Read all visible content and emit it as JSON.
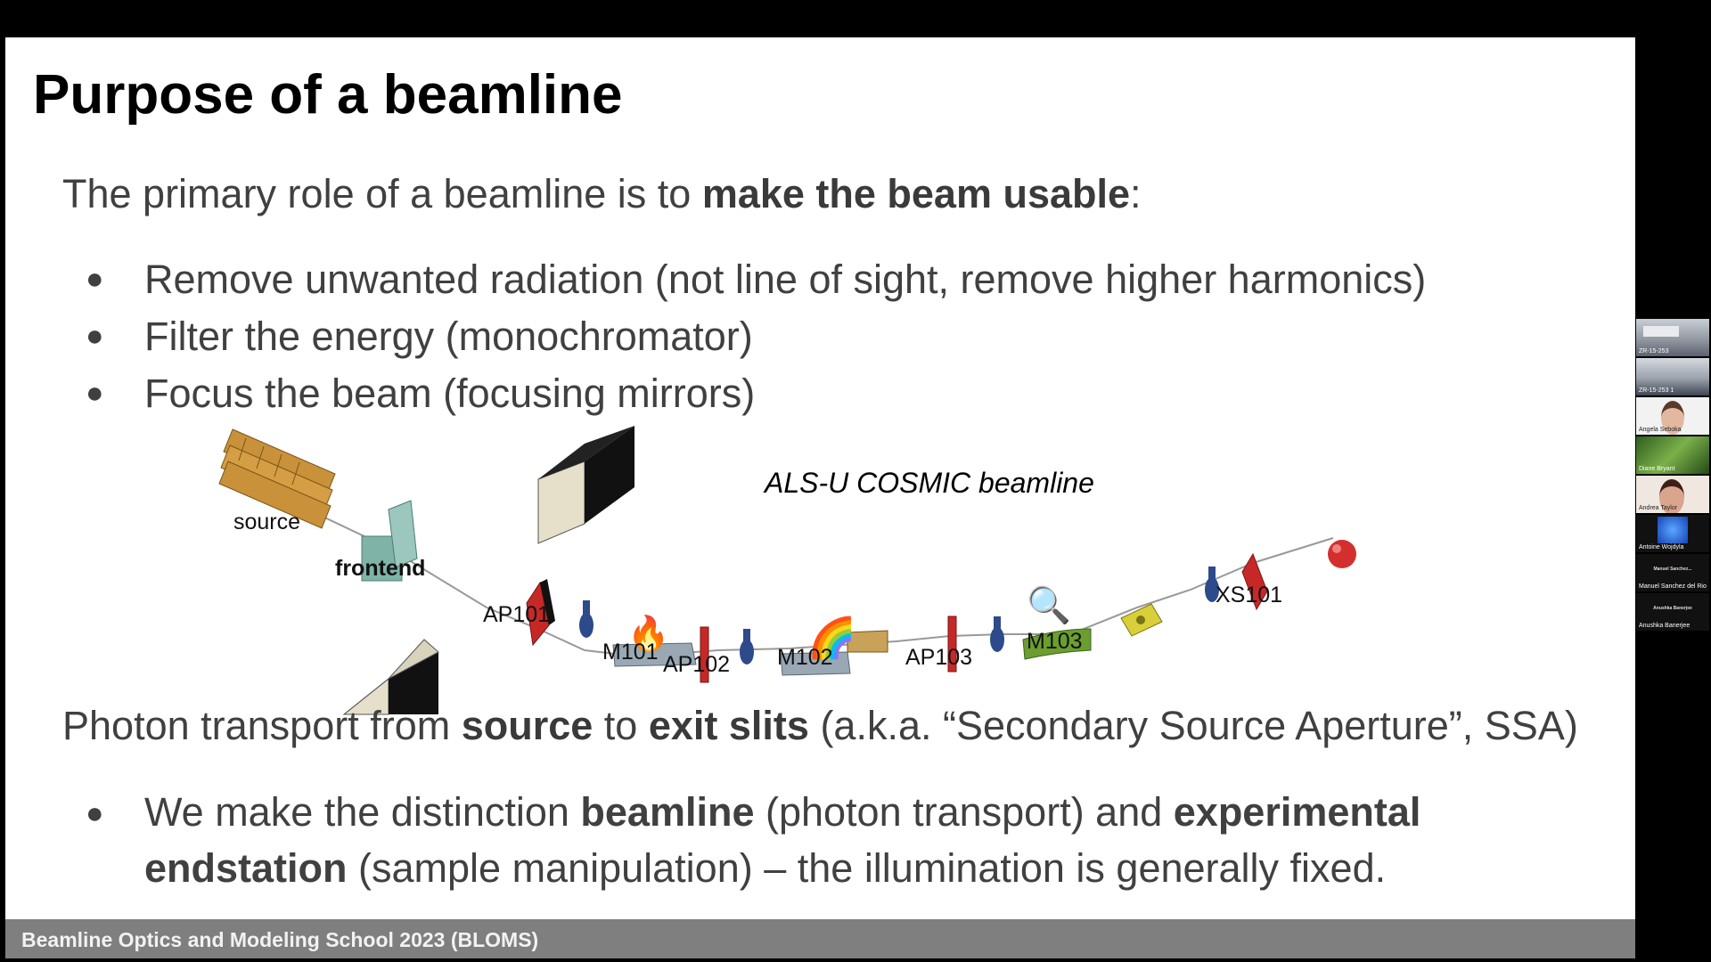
{
  "slide": {
    "title": "Purpose of a beamline",
    "intro": {
      "prefix": "The primary role of a beamline is to ",
      "emphasis": "make the beam usable",
      "suffix": ":"
    },
    "bullets": [
      "Remove unwanted radiation (not line of sight, remove higher harmonics)",
      "Filter the energy (monochromator)",
      "Focus the beam (focusing mirrors)"
    ],
    "bullet_glyph": "●",
    "transport": {
      "part1": "Photon transport from ",
      "bold1": "source",
      "part2": " to ",
      "bold2": "exit slits",
      "part3": " (a.k.a. “Secondary Source Aperture”, SSA)"
    },
    "distinction": {
      "part1": "We make the distinction ",
      "bold1": "beamline",
      "part2": " (photon transport) and ",
      "bold2": "experimental",
      "bold3": "endstation",
      "part3": " (sample manipulation) – the illumination is generally fixed."
    },
    "footer": "Beamline Optics and Modeling School 2023 (BLOMS)"
  },
  "diagram": {
    "title": "ALS-U COSMIC beamline",
    "labels": {
      "source": "source",
      "frontend": "frontend",
      "ap101": "AP101",
      "m101": "M101",
      "ap102": "AP102",
      "m102": "M102",
      "ap103": "AP103",
      "m103": "M103",
      "xs101": "XS101"
    },
    "icons": {
      "flame": "🔥",
      "rainbow": "🌈",
      "magnifier": "🔍"
    },
    "colors": {
      "slit_red": "#c62828",
      "mirror_gray": "#9aa7b4",
      "m103_green": "#6b9e2f",
      "sample_red": "#d32f2f",
      "frontend_teal": "#7fb3a8",
      "source_wood": "#c8913a"
    }
  },
  "participants": [
    {
      "name": "ZR-15-253",
      "kind": "room"
    },
    {
      "name": "ZR-15-253 1",
      "kind": "room"
    },
    {
      "name": "Angela Seboka",
      "kind": "person"
    },
    {
      "name": "Diane Bryant",
      "kind": "forest"
    },
    {
      "name": "Andrea Taylor",
      "kind": "person"
    },
    {
      "name": "Antoine Wojdyla",
      "kind": "blue"
    },
    {
      "name": "Manuel Sanchez del Rio",
      "center": "Manuel Sanchez...",
      "kind": "blank"
    },
    {
      "name": "Anushka Banerjee",
      "center": "Anushka Banerjee",
      "kind": "blank"
    }
  ]
}
